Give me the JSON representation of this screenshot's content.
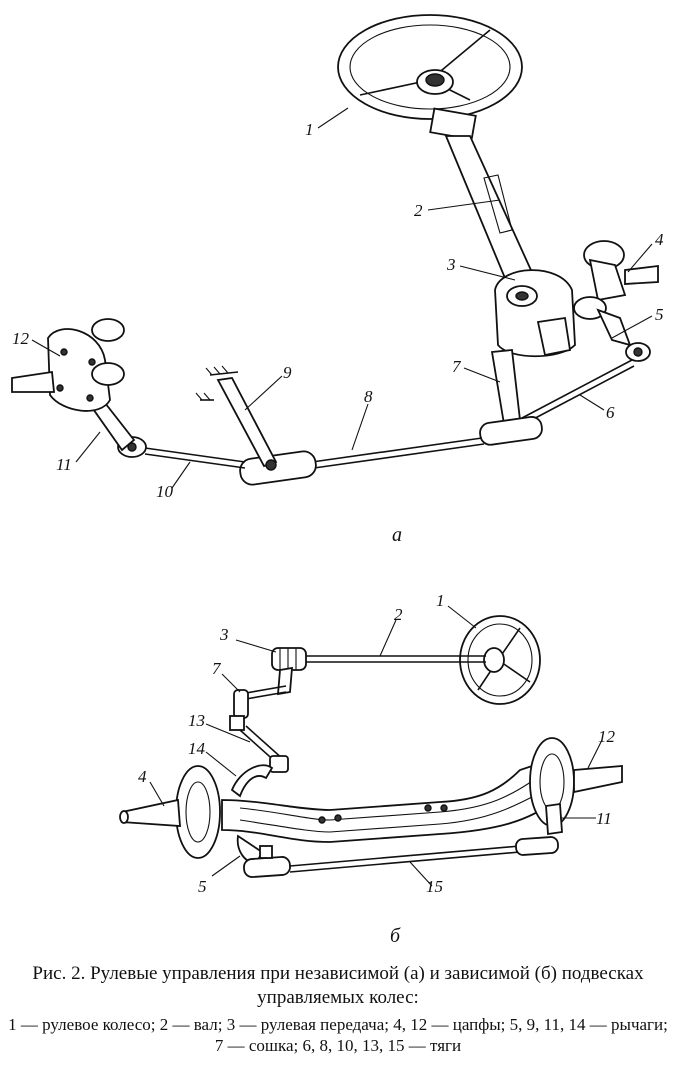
{
  "diagram_a": {
    "sublabel": "а",
    "labels": {
      "l1": "1",
      "l2": "2",
      "l3": "3",
      "l4": "4",
      "l5": "5",
      "l6": "6",
      "l7": "7",
      "l8": "8",
      "l9": "9",
      "l10": "10",
      "l11": "11",
      "l12": "12"
    }
  },
  "diagram_b": {
    "sublabel": "б",
    "labels": {
      "l1": "1",
      "l2": "2",
      "l3": "3",
      "l4": "4",
      "l5": "5",
      "l7": "7",
      "l11": "11",
      "l12": "12",
      "l13": "13",
      "l14": "14",
      "l15": "15"
    }
  },
  "caption": {
    "main": "Рис.    2. Рулевые управления при независимой (а) и зависимой (б) подвесках управляемых колес:",
    "legend": "1 — рулевое колесо; 2 — вал; 3 — рулевая передача; 4, 12 — цапфы; 5, 9, 11, 14 — рычаги; 7 — сошка; 6, 8, 10, 13, 15 — тяги"
  }
}
